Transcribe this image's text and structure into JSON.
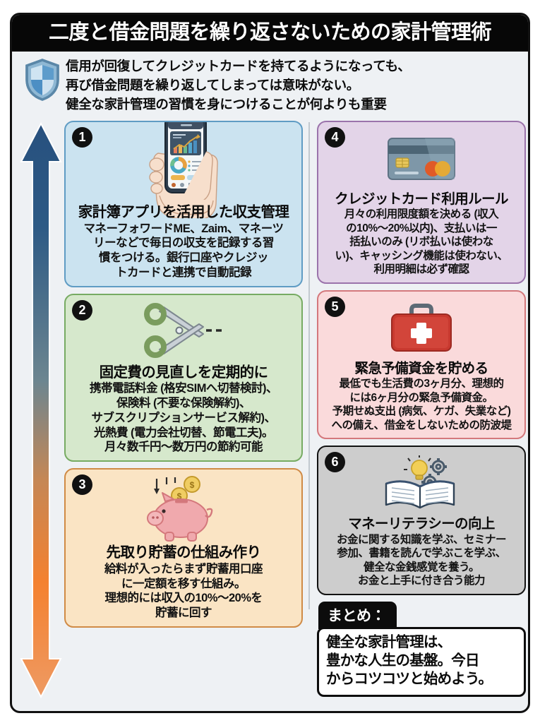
{
  "title": "二度と借金問題を繰り返さないための家計管理術",
  "intro": {
    "icon": "shield-icon",
    "lines": [
      "信用が回復してクレジットカードを持てるようになっても、",
      "再び借金問題を繰り返してしまっては意味がない。",
      "健全な家計管理の習慣を身につけることが何よりも重要"
    ]
  },
  "arrow": {
    "icon": "double-headed-vertical-arrow-icon",
    "top_color": "#2c5282",
    "bottom_color": "#f08030"
  },
  "cards": [
    {
      "number": "1",
      "icon": "hand-holding-smartphone-finance-app-icon",
      "title": "家計簿アプリを活用した収支管理",
      "body": [
        "マネーフォワードME、Zaim、マネーツ",
        "リーなどで毎日の収支を記録する習",
        "慣をつける。銀行口座やクレジッ",
        "トカードと連携で自動記録"
      ],
      "bg": "#cbe3f0",
      "border": "#5f9cc4"
    },
    {
      "number": "2",
      "icon": "scissors-cutting-icon",
      "title": "固定費の見直しを定期的に",
      "body": [
        "携帯電話料金 (格安SIMへ切替検討)、",
        "保険料 (不要な保険解約)、",
        "サブスクリプションサービス解約)、",
        "光熱費 (電力会社切替、節電工夫)。",
        "月々数千円〜数万円の節約可能"
      ],
      "bg": "#d6e8cc",
      "border": "#77ab63"
    },
    {
      "number": "3",
      "icon": "piggy-bank-with-coins-icon",
      "title": "先取り貯蓄の仕組み作り",
      "body": [
        "給料が入ったらまず貯蓄用口座",
        "に一定額を移す仕組み。",
        "理想的には収入の10%〜20%を",
        "貯蓄に回す"
      ],
      "bg": "#fae4c4",
      "border": "#d08b46"
    },
    {
      "number": "4",
      "icon": "credit-card-icon",
      "title": "クレジットカード利用ルール",
      "body": [
        "月々の利用限度額を決める (収入",
        "の10%〜20%以内)、支払いは一",
        "括払いのみ (リボ払いは使わな",
        "い)、キャッシング機能は使わない、",
        "利用明細は必ず確認"
      ],
      "bg": "#e3d4e8",
      "border": "#9b73ab"
    },
    {
      "number": "5",
      "icon": "first-aid-kit-icon",
      "title": "緊急予備資金を貯める",
      "body": [
        "最低でも生活費の3ヶ月分、理想的",
        "には6ヶ月分の緊急予備資金。",
        "予期せぬ支出 (病気、ケガ、失業など)",
        "への備え、借金をしないための防波堤"
      ],
      "bg": "#fadadb",
      "border": "#d4787c"
    },
    {
      "number": "6",
      "icon": "open-book-lightbulb-gears-icon",
      "title": "マネーリテラシーの向上",
      "body": [
        "お金に関する知識を学ぶ、セミナー",
        "参加、書籍を読んで学ぶこを学ぶ、",
        "健全な金銭感覚を養う。",
        "お金と上手に付き合う能力"
      ],
      "bg": "#cdcdcd",
      "border": "#121212"
    }
  ],
  "summary": {
    "tab_label": "まとめ：",
    "lines": [
      "健全な家計管理は、",
      "豊かな人生の基盤。今日",
      "からコツコツと始めよう。"
    ]
  }
}
